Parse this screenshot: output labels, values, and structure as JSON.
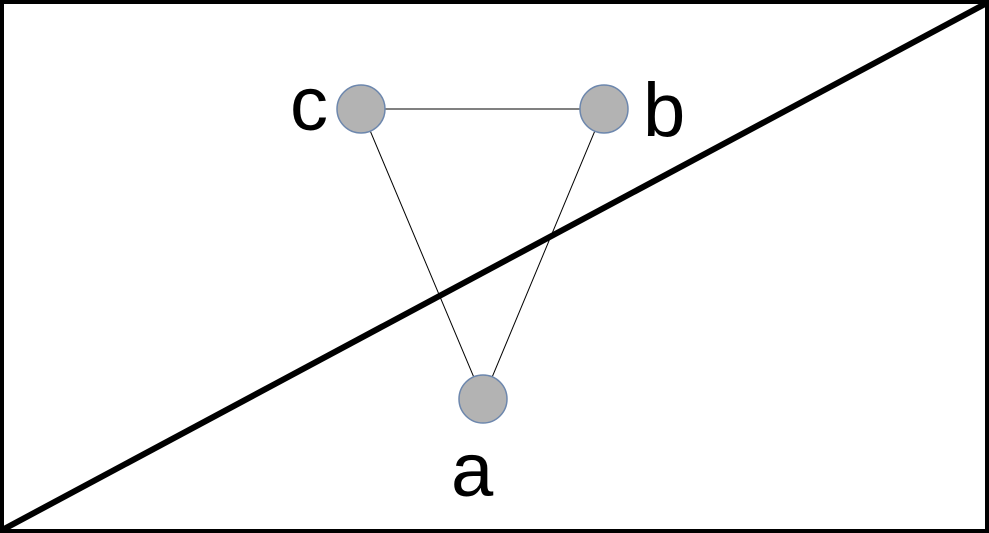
{
  "diagram": {
    "description": "Rectangle crossed by a thick diagonal line from bottom-left to top-right, containing a triangle graph of three circular nodes labeled a, b and c connected by thin edges",
    "nodes": [
      {
        "id": "a",
        "label": "a"
      },
      {
        "id": "b",
        "label": "b"
      },
      {
        "id": "c",
        "label": "c"
      }
    ],
    "edges": [
      {
        "from": "c",
        "to": "b"
      },
      {
        "from": "c",
        "to": "a"
      },
      {
        "from": "b",
        "to": "a"
      }
    ],
    "colors": {
      "background": "#ffffff",
      "border": "#000000",
      "diagonal_line": "#000000",
      "edge_line": "#000000",
      "node_fill": "#b3b3b3",
      "node_stroke": "#6d87ad",
      "label_text": "#000000"
    }
  }
}
